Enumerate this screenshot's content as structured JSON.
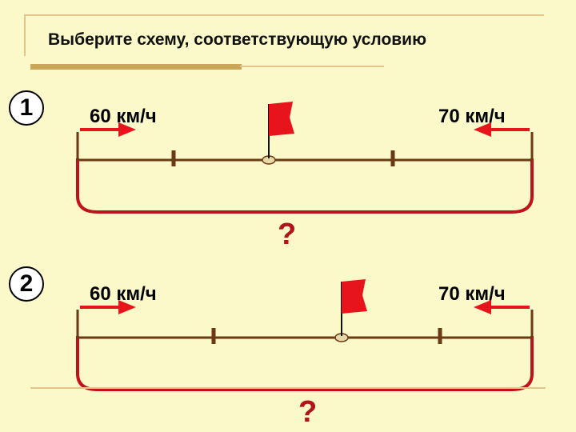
{
  "title": "Выберите схему, соответствующую условию",
  "schemes": [
    {
      "number": "1",
      "left_speed": "60 км/ч",
      "right_speed": "70 км/ч",
      "question": "?"
    },
    {
      "number": "2",
      "left_speed": "60 км/ч",
      "right_speed": "70 км/ч",
      "question": "?"
    }
  ],
  "colors": {
    "background": "#fbf9c9",
    "road": "#6b3a12",
    "arc": "#c0121c",
    "flag": "#e8141c",
    "arrow": "#e8141c",
    "question": "#b0141c"
  },
  "icons": [
    "flag-icon",
    "arrow-right-icon",
    "arrow-left-icon"
  ]
}
